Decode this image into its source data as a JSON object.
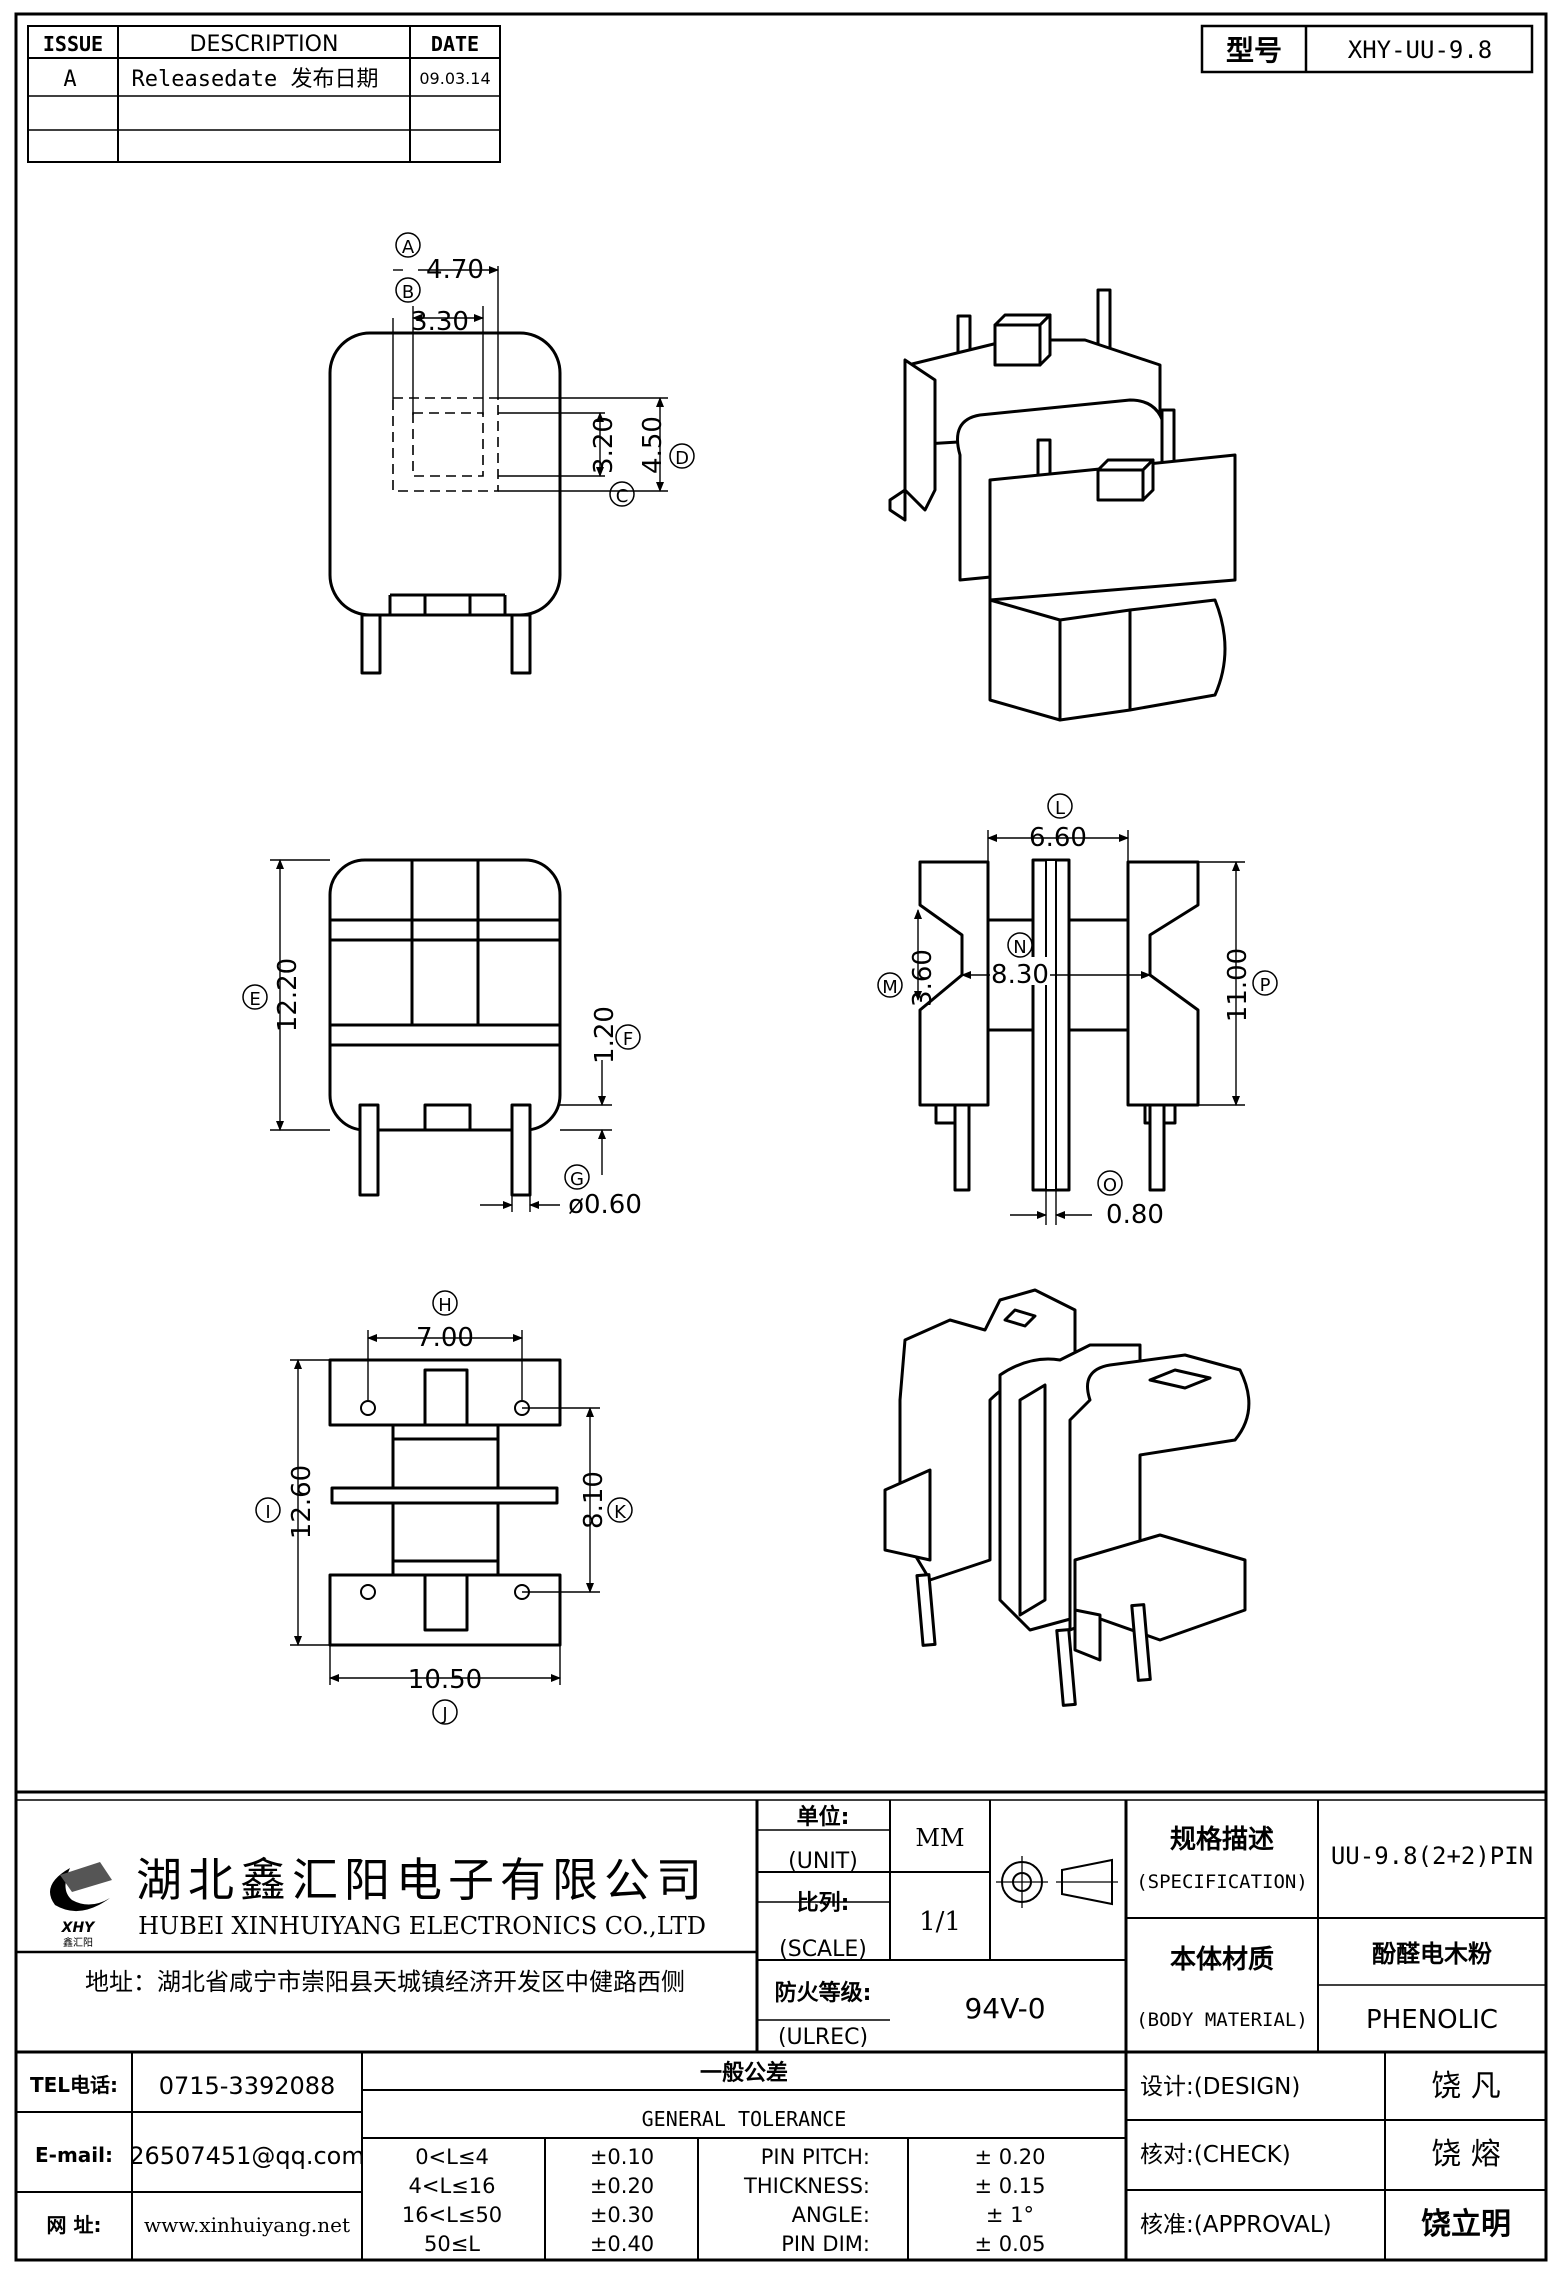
{
  "revision_table": {
    "headers": {
      "issue": "ISSUE",
      "description": "DESCRIPTION",
      "date": "DATE"
    },
    "rows": [
      {
        "issue": "A",
        "description": "Releasedate 发布日期",
        "date": "09.03.14"
      }
    ]
  },
  "model": {
    "label": "型号",
    "value": "XHY-UU-9.8"
  },
  "dimensions": {
    "A": "4.70",
    "B": "3.30",
    "C": "3.20",
    "D": "4.50",
    "E": "12.20",
    "F": "1.20",
    "G": "ø0.60",
    "H": "7.00",
    "I": "12.60",
    "J": "10.50",
    "K": "8.10",
    "L": "6.60",
    "M": "3.60",
    "N": "8.30",
    "O": "0.80",
    "P": "11.00"
  },
  "balloons": [
    "A",
    "B",
    "C",
    "D",
    "E",
    "F",
    "G",
    "H",
    "I",
    "J",
    "K",
    "L",
    "M",
    "N",
    "O",
    "P"
  ],
  "company": {
    "name_cn": "湖北鑫汇阳电子有限公司",
    "name_en": "HUBEI XINHUIYANG ELECTRONICS CO.,LTD",
    "logo_text": "XHY",
    "logo_sub": "鑫汇阳",
    "address": "地址：湖北省咸宁市崇阳县天城镇经济开发区中健路西侧"
  },
  "specs": {
    "unit_label_cn": "单位:",
    "unit_label_en": "(UNIT)",
    "unit_value": "MM",
    "scale_label_cn": "比列:",
    "scale_label_en": "(SCALE)",
    "scale_value": "1/1",
    "ul_label_cn": "防火等级:",
    "ul_label_en": "(ULREC)",
    "ul_value": "94V-0",
    "spec_label_cn": "规格描述",
    "spec_label_en": "(SPECIFICATION)",
    "spec_value": "UU-9.8(2+2)PIN",
    "material_label_cn": "本体材质",
    "material_label_en": "(BODY MATERIAL)",
    "material_value_cn": "酚醛电木粉",
    "material_value_en": "PHENOLIC"
  },
  "contact": {
    "tel_label": "TEL电话:",
    "tel": "0715-3392088",
    "email_label": "E-mail:",
    "email": "26507451@qq.com",
    "web_label": "网  址:",
    "web": "www.xinhuiyang.net"
  },
  "tolerance": {
    "title_cn": "一般公差",
    "title_en": "GENERAL TOLERANCE",
    "ranges": [
      {
        "range": "0<L≤4",
        "tol": "±0.10"
      },
      {
        "range": "4<L≤16",
        "tol": "±0.20"
      },
      {
        "range": "16<L≤50",
        "tol": "±0.30"
      },
      {
        "range": "50≤L",
        "tol": "±0.40"
      }
    ],
    "items": [
      {
        "name": "PIN PITCH:",
        "value": "±  0.20"
      },
      {
        "name": "THICKNESS:",
        "value": "±  0.15"
      },
      {
        "name": "ANGLE:",
        "value": "±  1°"
      },
      {
        "name": "PIN DIM:",
        "value": "±  0.05"
      }
    ]
  },
  "signoff": [
    {
      "label": "设计:(DESIGN)",
      "name": "饶  凡"
    },
    {
      "label": "核对:(CHECK)",
      "name": "饶  熔"
    },
    {
      "label": "核准:(APPROVAL)",
      "name": "饶立明"
    }
  ]
}
